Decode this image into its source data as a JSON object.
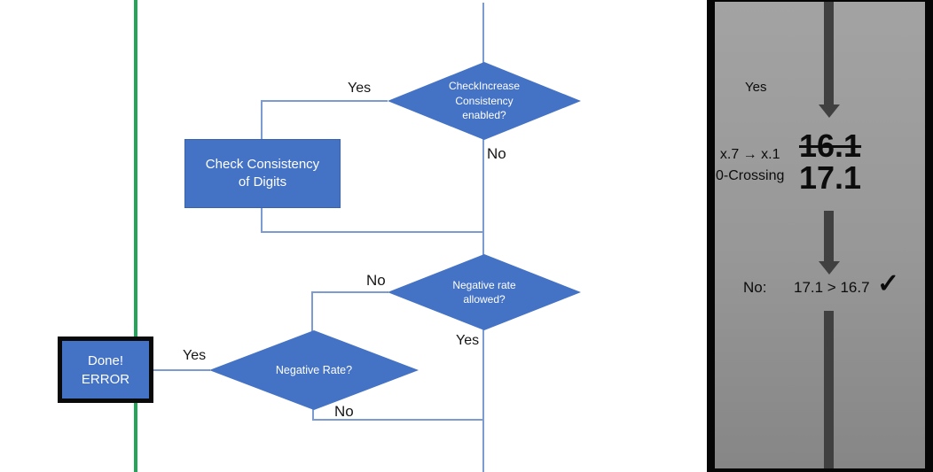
{
  "flowchart": {
    "decision1": {
      "line1": "CheckIncrease",
      "line2": "Consistency",
      "line3": "enabled?"
    },
    "process1": {
      "line1": "Check Consistency",
      "line2": "of Digits"
    },
    "decision2": {
      "line1": "Negative rate",
      "line2": "allowed?"
    },
    "decision3": {
      "label": "Negative Rate?"
    },
    "terminal": {
      "line1": "Done!",
      "line2": "ERROR"
    },
    "labels": {
      "decision1_yes": "Yes",
      "decision1_no": "No",
      "decision2_no": "No",
      "decision2_yes": "Yes",
      "decision3_yes": "Yes",
      "decision3_no": "No"
    }
  },
  "panel": {
    "yes_label": "Yes",
    "rule_line1": "x.7 → x.1",
    "rule_line2": "0-Crossing",
    "old_value": "16.1",
    "new_value": "17.1",
    "no_label": "No:",
    "comparison": "17.1 > 16.7",
    "check_icon": "✓"
  },
  "colors": {
    "shape_blue": "#4472C4",
    "connector_blue": "#7C9BD3",
    "green_guide": "#21A558",
    "panel_gray_top": "#A3A3A3",
    "panel_gray_bottom": "#868686",
    "arrow_gray": "#404040",
    "border_black": "#060606"
  }
}
